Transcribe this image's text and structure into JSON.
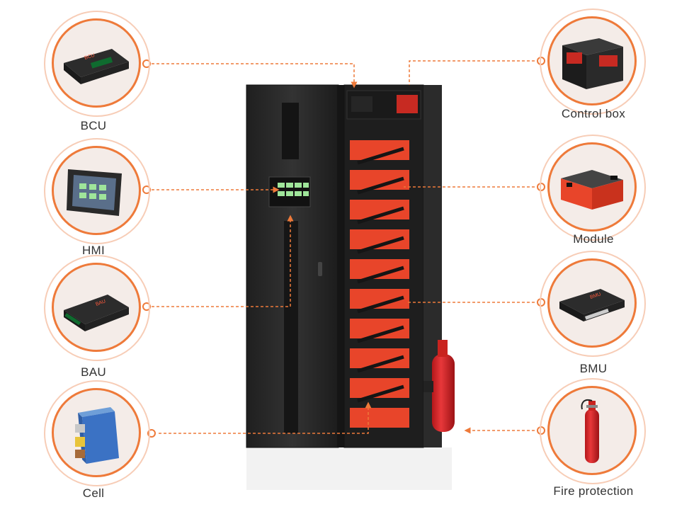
{
  "components": {
    "bcu": {
      "label": "BCU",
      "device_text": "BCU"
    },
    "hmi": {
      "label": "HMI"
    },
    "bau": {
      "label": "BAU",
      "device_text": "BAU"
    },
    "cell": {
      "label": "Cell"
    },
    "control_box": {
      "label": "Control box"
    },
    "module": {
      "label": "Module"
    },
    "bmu": {
      "label": "BMU",
      "device_text": "BMU"
    },
    "fire_protection": {
      "label": "Fire protection"
    }
  },
  "colors": {
    "accent": "#ee7a3a",
    "ring_light": "#f7cdb7",
    "cabinet": "#2a2a2a",
    "battery_red": "#e8452a"
  }
}
